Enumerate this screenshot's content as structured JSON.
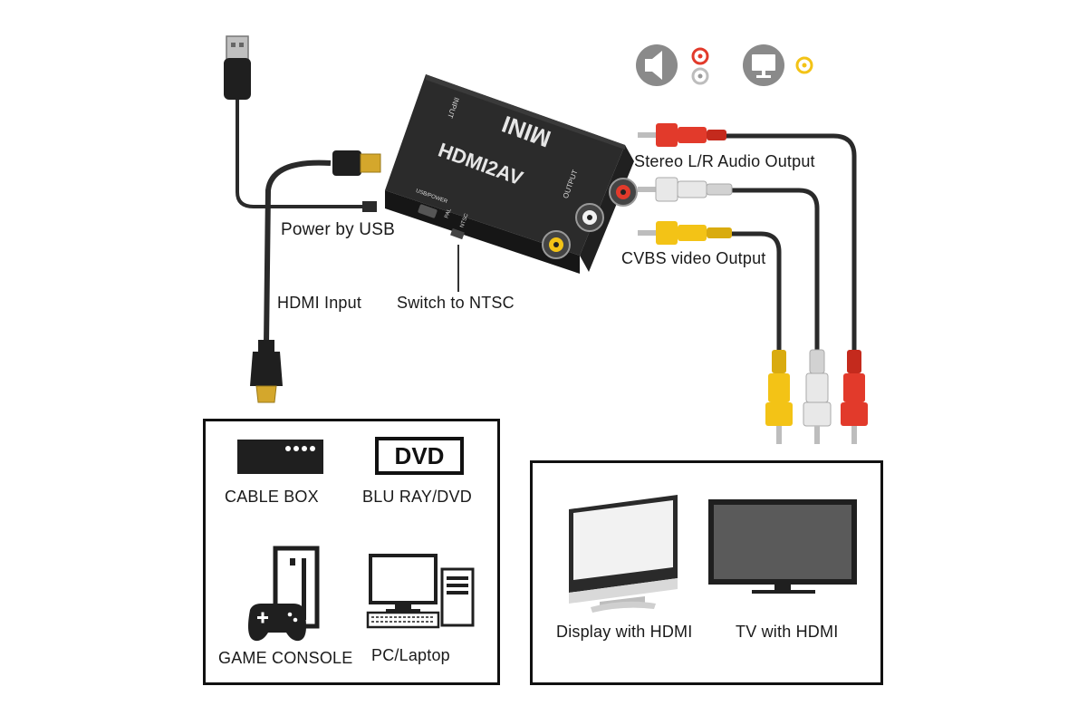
{
  "adapter": {
    "brand_text": "MINI",
    "model_text": "HDMI2AV",
    "input_port_text": "INPUT",
    "output_port_text": "OUTPUT",
    "usb_port_text": "USB/POWER",
    "switch_pal_text": "PAL",
    "switch_ntsc_text": "NTSC"
  },
  "callouts": {
    "power_by_usb": "Power by USB",
    "hdmi_input": "HDMI Input",
    "switch_to_ntsc": "Switch to NTSC",
    "stereo_audio_output": "Stereo L/R Audio Output",
    "cvbs_video_output": "CVBS video Output"
  },
  "sources": {
    "cable_box": "CABLE BOX",
    "dvd_logo": "DVD",
    "blu_ray_dvd": "BLU RAY/DVD",
    "game_console": "GAME CONSOLE",
    "pc_laptop": "PC/Laptop"
  },
  "outputs": {
    "display_hdmi": "Display with HDMI",
    "tv_hdmi": "TV with HDMI"
  },
  "colors": {
    "rca_red": "#e23a2b",
    "rca_white": "#e8e8e8",
    "rca_yellow": "#f3c316",
    "cable": "#2a2a2a",
    "adapter_body": "#1e1e1e",
    "gold": "#d4a72c",
    "icon_gray": "#8a8a8a"
  }
}
